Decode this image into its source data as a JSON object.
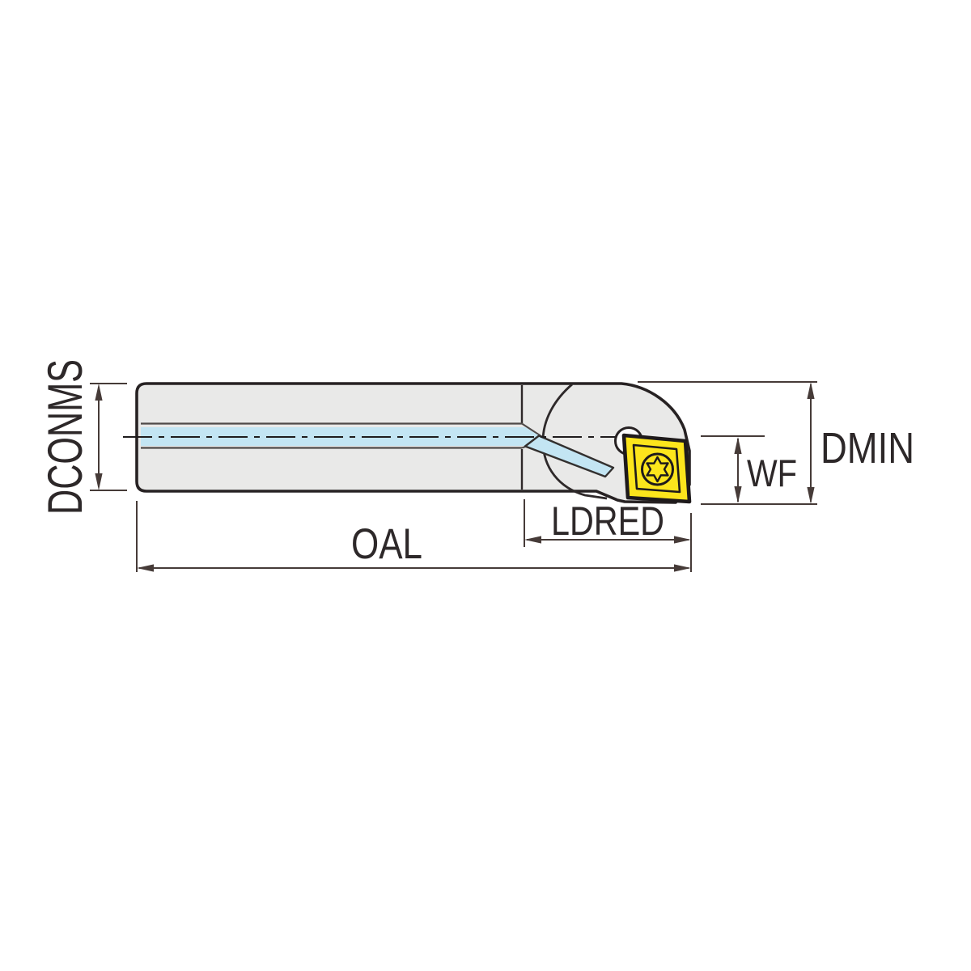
{
  "figure": {
    "title": "Indexable boring bar dimension drawing",
    "labels": {
      "shank_diameter": "DCONMS",
      "overall_length": "OAL",
      "reduced_length": "LDRED",
      "functional_width": "WF",
      "min_bore_diameter": "DMIN"
    },
    "colors": {
      "body_gray": "#e9e9e8",
      "coolant_blue": "#c3e5f3",
      "insert_yellow": "#fce51c",
      "screw_hole_white": "#fbfbfa",
      "outline_black": "#272223",
      "dimension_dark": "#463b38",
      "label_text": "#2d2829"
    }
  }
}
